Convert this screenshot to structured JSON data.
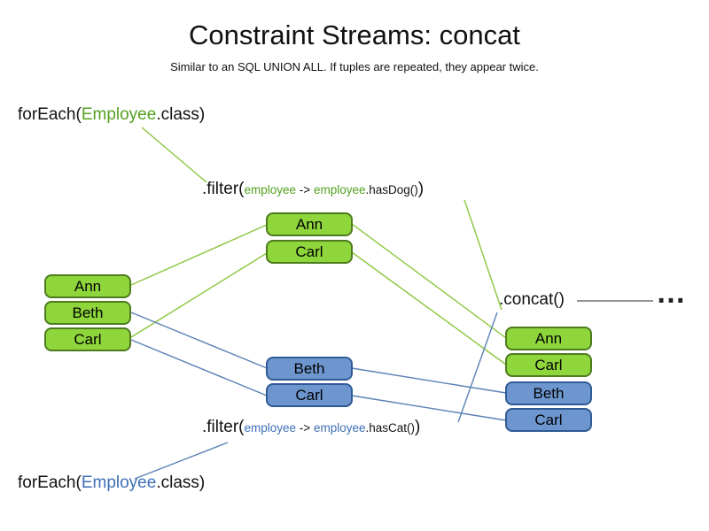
{
  "title": "Constraint Streams: concat",
  "subtitle": "Similar to an SQL UNION ALL. If tuples are repeated, they appear twice.",
  "foreach_top": {
    "pre": "forEach(",
    "cls": "Employee",
    "post": ".class)"
  },
  "foreach_bottom": {
    "pre": "forEach(",
    "cls": "Employee",
    "post": ".class)"
  },
  "filter_dog": {
    "pre": ".filter(",
    "param": "employee",
    "arrow": " -> ",
    "param2": "employee",
    "post": ".hasDog()",
    "close": ")"
  },
  "filter_cat": {
    "pre": ".filter(",
    "param": "employee",
    "arrow": " -> ",
    "param2": "employee",
    "post": ".hasCat()",
    "close": ")"
  },
  "concat": {
    "label": ".concat()",
    "ellipsis": "…"
  },
  "source": {
    "items": [
      "Ann",
      "Beth",
      "Carl"
    ]
  },
  "dog_filtered": {
    "items": [
      "Ann",
      "Carl"
    ]
  },
  "cat_filtered": {
    "items": [
      "Beth",
      "Carl"
    ]
  },
  "result": {
    "items": [
      {
        "label": "Ann",
        "type": "green"
      },
      {
        "label": "Carl",
        "type": "green"
      },
      {
        "label": "Beth",
        "type": "blue"
      },
      {
        "label": "Carl",
        "type": "blue"
      }
    ]
  },
  "colors": {
    "green-fill": "#8ed63c",
    "green-border": "#4e7b1e",
    "green-text": "#54a021",
    "green-line": "#8cc63f",
    "blue-fill": "#6d96cf",
    "blue-border": "#2f5b94",
    "blue-text": "#3e6fb8",
    "blue-line": "#5b82b5",
    "neutral-line": "#555555"
  }
}
